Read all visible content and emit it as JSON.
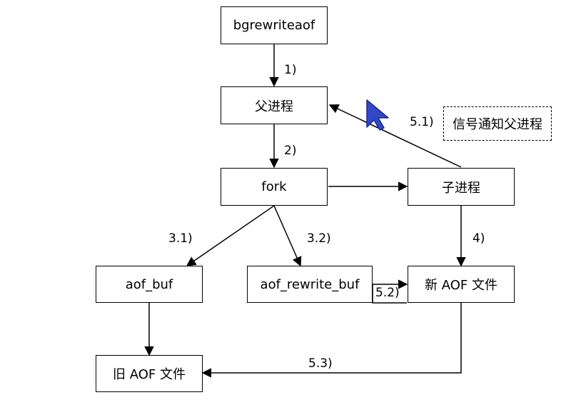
{
  "nodes": {
    "bgrewriteaof": "bgrewriteaof",
    "parent": "父进程",
    "fork": "fork",
    "child": "子进程",
    "aof_buf": "aof_buf",
    "aof_rewrite_buf": "aof_rewrite_buf",
    "new_aof": "新 AOF 文件",
    "old_aof": "旧 AOF 文件",
    "signal": "信号通知父进程"
  },
  "edge_labels": {
    "e1": "1)",
    "e2": "2)",
    "e31": "3.1)",
    "e32": "3.2)",
    "e4": "4)",
    "e51": "5.1)",
    "e52": "5.2)",
    "e53": "5.3)"
  },
  "colors": {
    "cursor": "#3347c8",
    "line": "#000000"
  },
  "icons": {
    "cursor": "mouse-pointer-icon"
  }
}
